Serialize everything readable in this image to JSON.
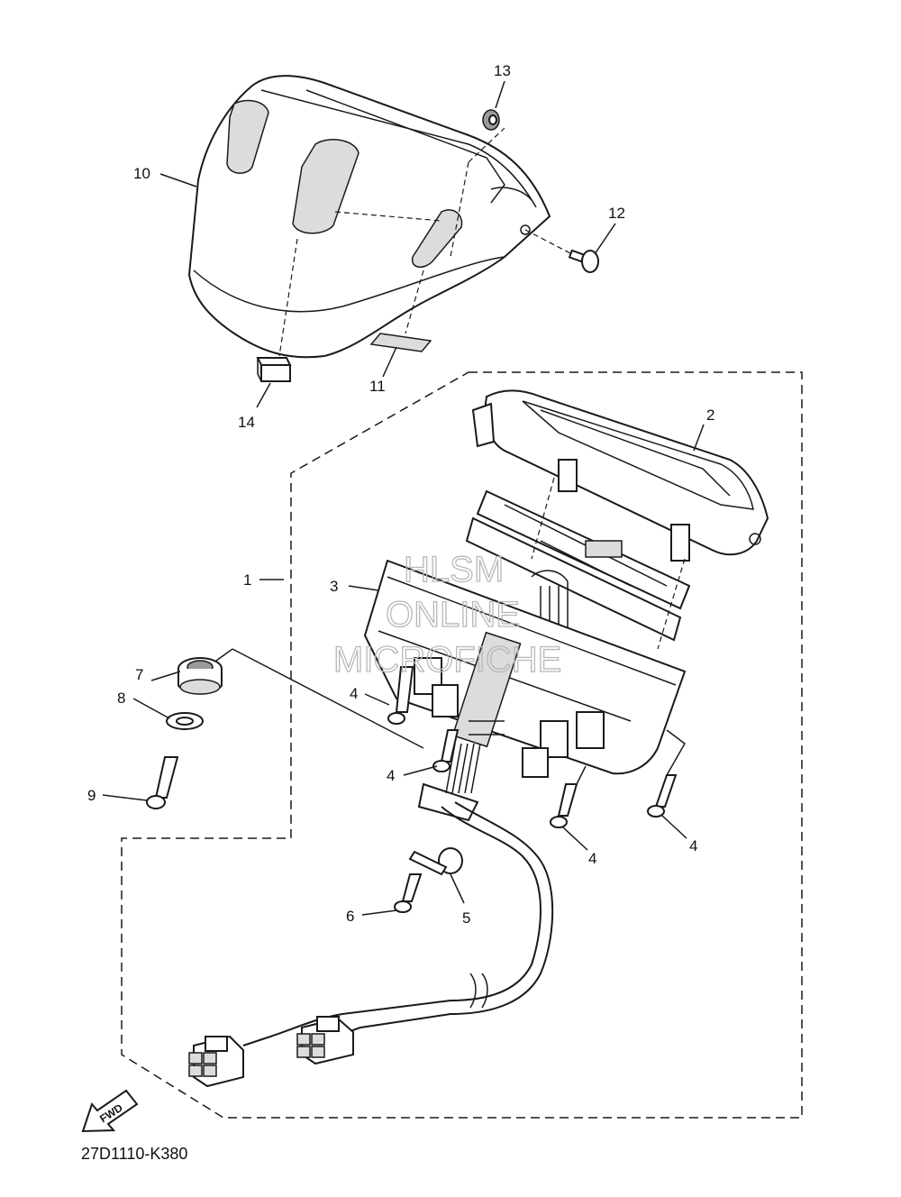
{
  "callouts": {
    "c1": "1",
    "c2": "2",
    "c3": "3",
    "c4a": "4",
    "c4b": "4",
    "c4c": "4",
    "c4d": "4",
    "c5": "5",
    "c6": "6",
    "c7": "7",
    "c8": "8",
    "c9": "9",
    "c10": "10",
    "c11": "11",
    "c12": "12",
    "c13": "13",
    "c14": "14"
  },
  "fwd_label": "FWD",
  "diagram_code": "27D1110-K380",
  "watermark": {
    "line1": "HLSM",
    "line2": "ONLINE",
    "line3": "MICROFICHE"
  }
}
